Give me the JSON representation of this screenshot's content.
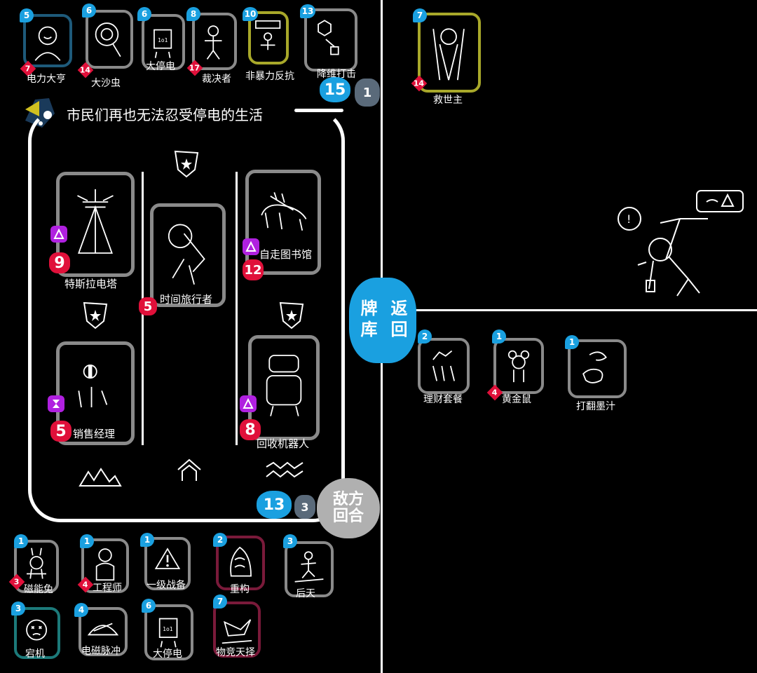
{
  "enemy_hand": [
    {
      "name": "电力大亨",
      "cost": "5",
      "hp": "7"
    },
    {
      "name": "大沙虫",
      "cost": "6",
      "hp": "14"
    },
    {
      "name": "大停电",
      "cost": "6",
      "hp": ""
    },
    {
      "name": "裁决者",
      "cost": "8",
      "hp": "17"
    },
    {
      "name": "非暴力反抗",
      "cost": "10",
      "hp": ""
    },
    {
      "name": "降维打击",
      "cost": "13",
      "hp": ""
    }
  ],
  "enemy_mana": {
    "current": "15",
    "extra": "1"
  },
  "hero_card": {
    "name": "救世主",
    "cost": "7",
    "hp": "14"
  },
  "event_banner": "市民们再也无法忍受停电的生活",
  "board": {
    "tesla": {
      "name": "特斯拉电塔",
      "hp": "9"
    },
    "time_traveler": {
      "name": "时间旅行者",
      "hp": "5"
    },
    "library": {
      "name": "自走图书馆",
      "hp": "12"
    },
    "sales_manager": {
      "name": "销售经理",
      "hp": "5"
    },
    "recycler": {
      "name": "回收机器人",
      "hp": "8"
    }
  },
  "player_mana": {
    "current": "13",
    "extra": "3"
  },
  "end_turn": {
    "line1": "敌方",
    "line2": "回合"
  },
  "return_deck": {
    "col1": "牌库",
    "col2": "返回"
  },
  "returned_cards": [
    {
      "name": "理财套餐",
      "cost": "2",
      "hp": ""
    },
    {
      "name": "黄金鼠",
      "cost": "1",
      "hp": "4"
    },
    {
      "name": "打翻墨汁",
      "cost": "1",
      "hp": ""
    }
  ],
  "player_hand_row1": [
    {
      "name": "磁能兔",
      "cost": "1",
      "hp": "3"
    },
    {
      "name": "工程师",
      "cost": "1",
      "hp": "4"
    },
    {
      "name": "一级战备",
      "cost": "1",
      "hp": ""
    },
    {
      "name": "重构",
      "cost": "2",
      "hp": ""
    },
    {
      "name": "后天",
      "cost": "3",
      "hp": ""
    }
  ],
  "player_hand_row2": [
    {
      "name": "宕机",
      "cost": "3",
      "hp": ""
    },
    {
      "name": "电磁脉冲",
      "cost": "4",
      "hp": ""
    },
    {
      "name": "大停电",
      "cost": "6",
      "hp": ""
    },
    {
      "name": "物竞天择",
      "cost": "7",
      "hp": ""
    }
  ],
  "colors": {
    "cost_blue": "#1aa0e0",
    "hp_red": "#e0103a",
    "ability_purple": "#b020e0",
    "mana_blue": "#1aa0e0",
    "mana_gray": "#5a6a7a",
    "end_turn_gray": "#b0b0b0"
  }
}
